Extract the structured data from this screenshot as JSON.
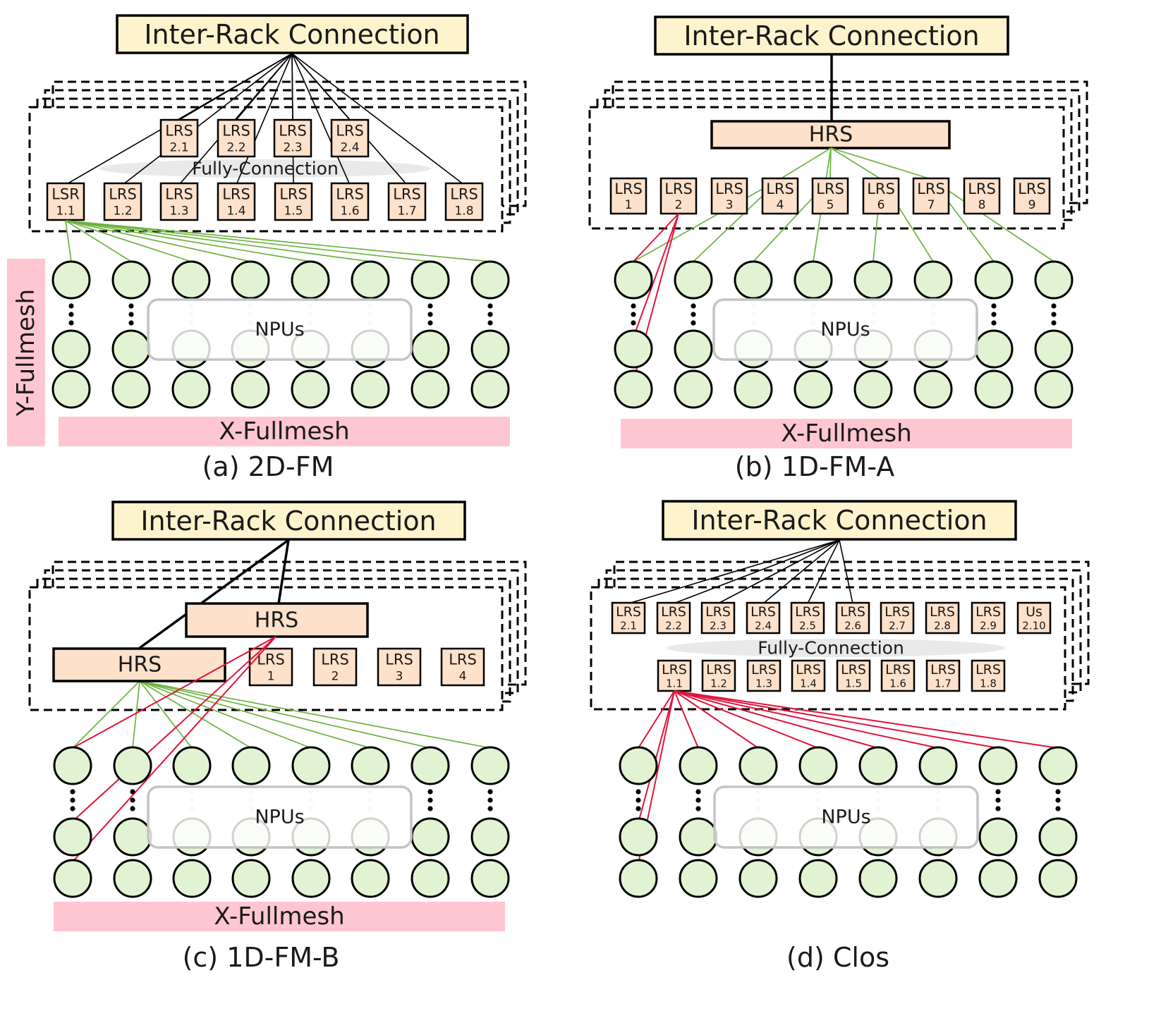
{
  "colors": {
    "inter_rack": "#fdf3cd",
    "switch": "#fde1cb",
    "npu": "#e1f3d3",
    "band": "#fec6d1",
    "link_green": "#6db33f",
    "link_red": "#e0143c"
  },
  "panels": {
    "a": {
      "caption": "(a) 2D-FM",
      "inter_rack": "Inter-Rack Connection",
      "fully_connection": "Fully-Connection",
      "npus": "NPUs",
      "x_band": "X-Fullmesh",
      "y_band": "Y-Fullmesh",
      "switches": {
        "row1": [
          {
            "name": "LRS",
            "num": "2.1"
          },
          {
            "name": "LRS",
            "num": "2.2"
          },
          {
            "name": "LRS",
            "num": "2.3"
          },
          {
            "name": "LRS",
            "num": "2.4"
          }
        ],
        "row2": [
          {
            "name": "LSR",
            "num": "1.1"
          },
          {
            "name": "LRS",
            "num": "1.2"
          },
          {
            "name": "LRS",
            "num": "1.3"
          },
          {
            "name": "LRS",
            "num": "1.4"
          },
          {
            "name": "LRS",
            "num": "1.5"
          },
          {
            "name": "LRS",
            "num": "1.6"
          },
          {
            "name": "LRS",
            "num": "1.7"
          },
          {
            "name": "LRS",
            "num": "1.8"
          }
        ]
      }
    },
    "b": {
      "caption": "(b) 1D-FM-A",
      "inter_rack": "Inter-Rack Connection",
      "hrs": "HRS",
      "npus": "NPUs",
      "x_band": "X-Fullmesh",
      "switches": [
        {
          "name": "LRS",
          "num": "1"
        },
        {
          "name": "LRS",
          "num": "2"
        },
        {
          "name": "LRS",
          "num": "3"
        },
        {
          "name": "LRS",
          "num": "4"
        },
        {
          "name": "LRS",
          "num": "5"
        },
        {
          "name": "LRS",
          "num": "6"
        },
        {
          "name": "LRS",
          "num": "7"
        },
        {
          "name": "LRS",
          "num": "8"
        },
        {
          "name": "LRS",
          "num": "9"
        }
      ]
    },
    "c": {
      "caption": "(c) 1D-FM-B",
      "inter_rack": "Inter-Rack Connection",
      "hrs_left": "HRS",
      "hrs_right": "HRS",
      "npus": "NPUs",
      "x_band": "X-Fullmesh",
      "switches": [
        {
          "name": "LRS",
          "num": "1"
        },
        {
          "name": "LRS",
          "num": "2"
        },
        {
          "name": "LRS",
          "num": "3"
        },
        {
          "name": "LRS",
          "num": "4"
        }
      ]
    },
    "d": {
      "caption": "(d) Clos",
      "inter_rack": "Inter-Rack Connection",
      "fully_connection": "Fully-Connection",
      "npus": "NPUs",
      "switches": {
        "row1": [
          {
            "name": "LRS",
            "num": "2.1"
          },
          {
            "name": "LRS",
            "num": "2.2"
          },
          {
            "name": "LRS",
            "num": "2.3"
          },
          {
            "name": "LRS",
            "num": "2.4"
          },
          {
            "name": "LRS",
            "num": "2.5"
          },
          {
            "name": "LRS",
            "num": "2.6"
          },
          {
            "name": "LRS",
            "num": "2.7"
          },
          {
            "name": "LRS",
            "num": "2.8"
          },
          {
            "name": "LRS",
            "num": "2.9"
          },
          {
            "name": "Us",
            "num": "2.10"
          }
        ],
        "row2": [
          {
            "name": "LRS",
            "num": "1.1"
          },
          {
            "name": "LRS",
            "num": "1.2"
          },
          {
            "name": "LRS",
            "num": "1.3"
          },
          {
            "name": "LRS",
            "num": "1.4"
          },
          {
            "name": "LRS",
            "num": "1.5"
          },
          {
            "name": "LRS",
            "num": "1.6"
          },
          {
            "name": "LRS",
            "num": "1.7"
          },
          {
            "name": "LRS",
            "num": "1.8"
          }
        ]
      }
    }
  }
}
